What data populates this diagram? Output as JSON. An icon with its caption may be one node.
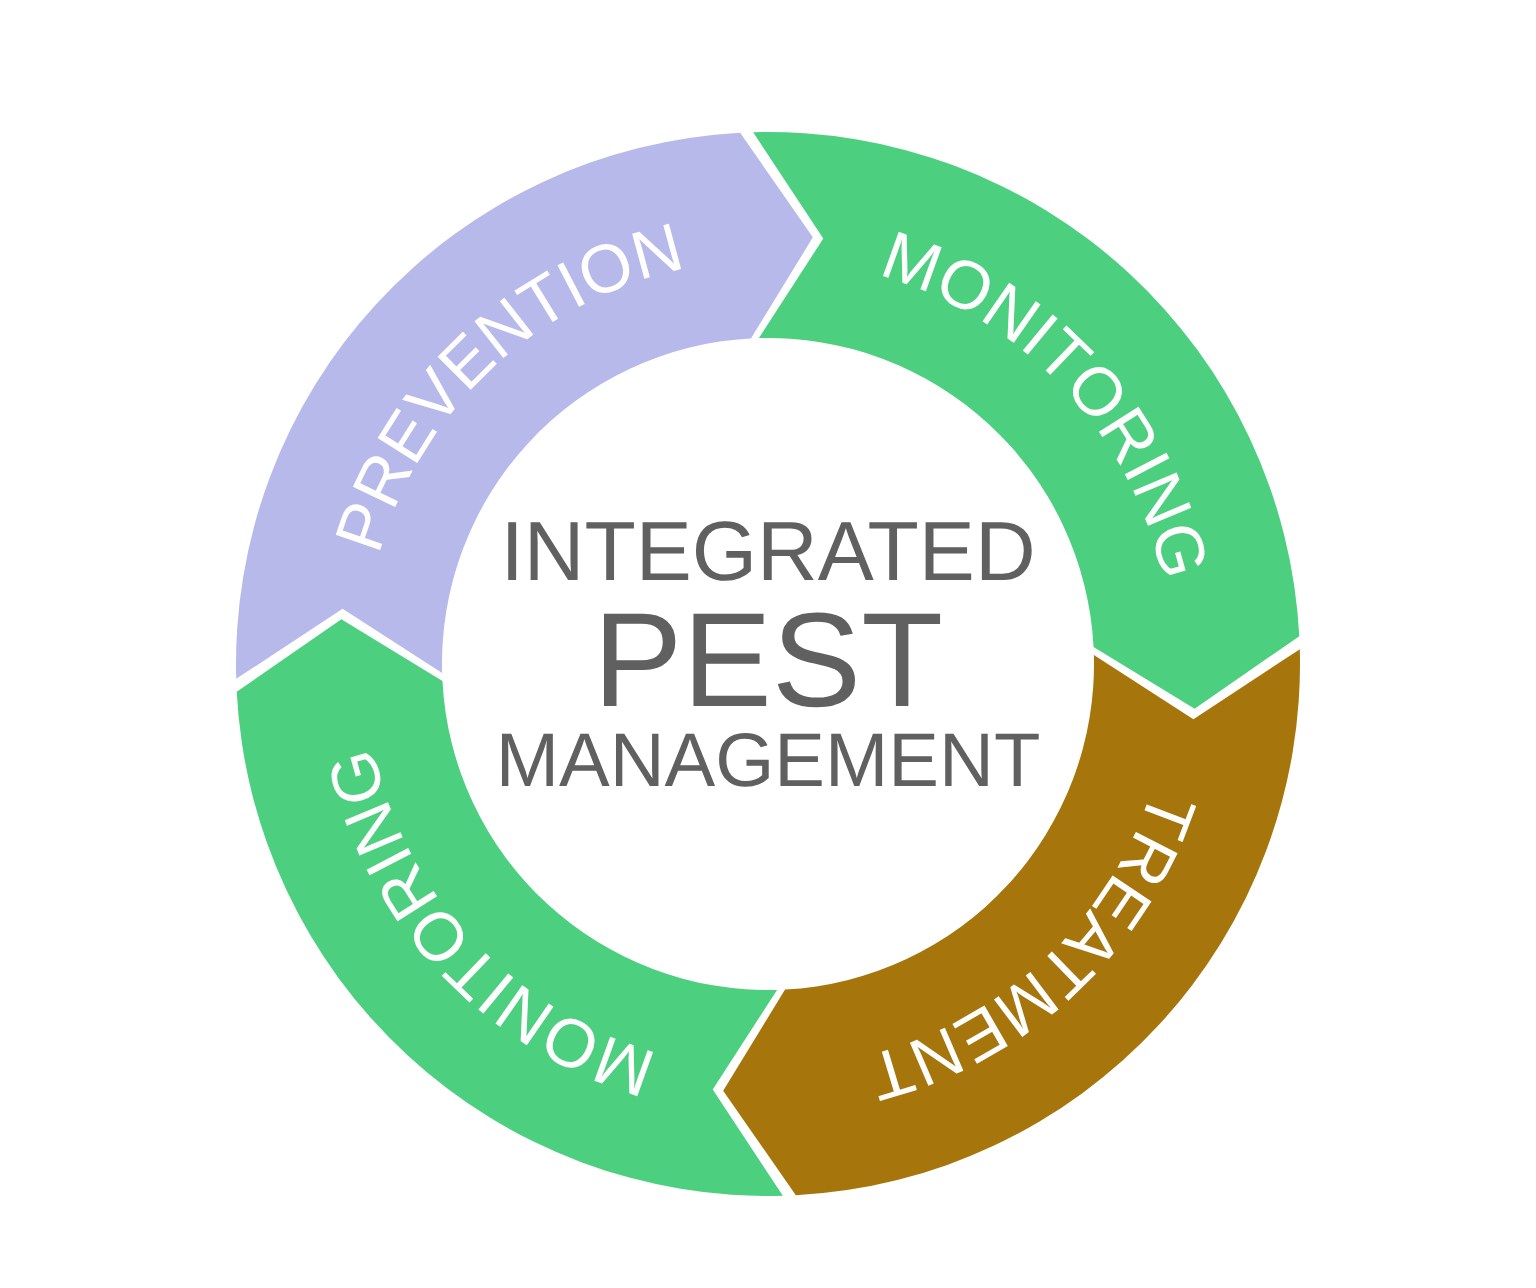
{
  "diagram": {
    "title": "INTEGRATED PEST MANAGEMENT",
    "nodes": [
      {
        "text": [
          "PREVENTION"
        ]
      },
      {
        "text": [
          "MONITORING"
        ]
      },
      {
        "text": [
          "TREATMENT"
        ]
      },
      {
        "text": [
          "MONITORING"
        ]
      }
    ]
  }
}
